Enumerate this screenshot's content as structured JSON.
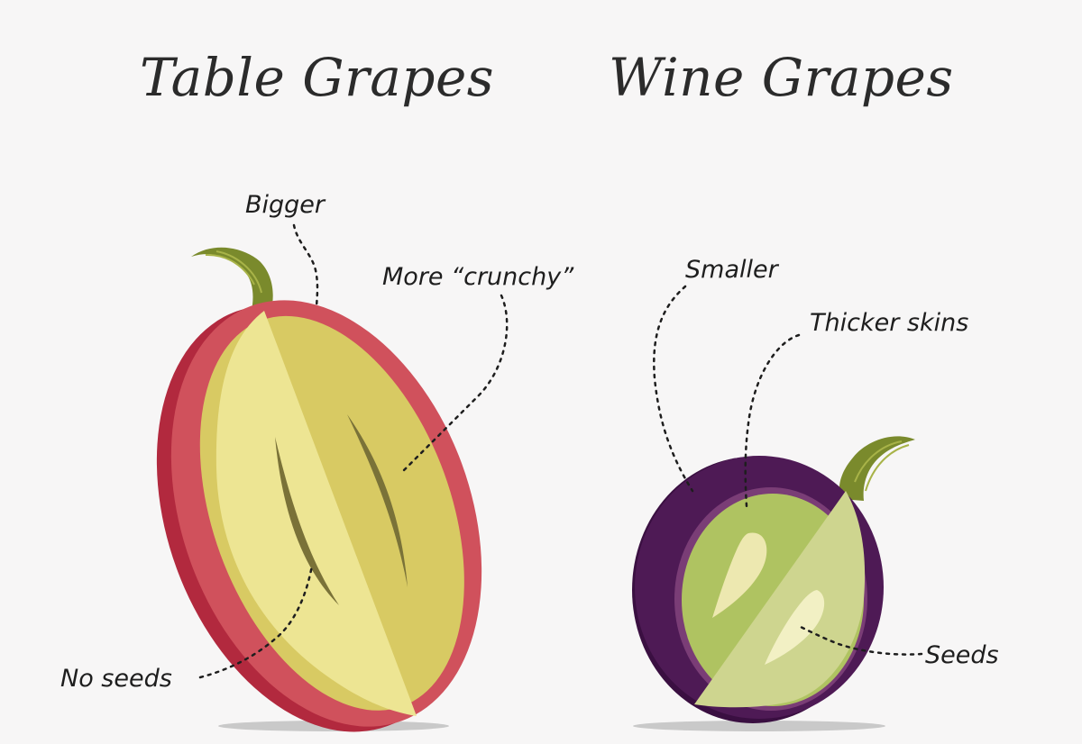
{
  "titles": {
    "left": "Table Grapes",
    "right": "Wine Grapes"
  },
  "callouts": {
    "bigger": "Bigger",
    "crunchy": "More “crunchy”",
    "no_seeds": "No seeds",
    "smaller": "Smaller",
    "thicker_skins": "Thicker skins",
    "seeds": "Seeds"
  },
  "colors": {
    "background": "#f7f6f6",
    "table_skin": "#d0515c",
    "table_skin_dark": "#b2293e",
    "table_flesh_light": "#ede593",
    "table_flesh": "#d8ca63",
    "wine_skin": "#4e1a55",
    "wine_skin_dark": "#3a0f41",
    "wine_flesh": "#afc361",
    "wine_flesh_light": "#ced58f",
    "stem": "#7a8a2c",
    "shadow": "#c9c9c9"
  }
}
